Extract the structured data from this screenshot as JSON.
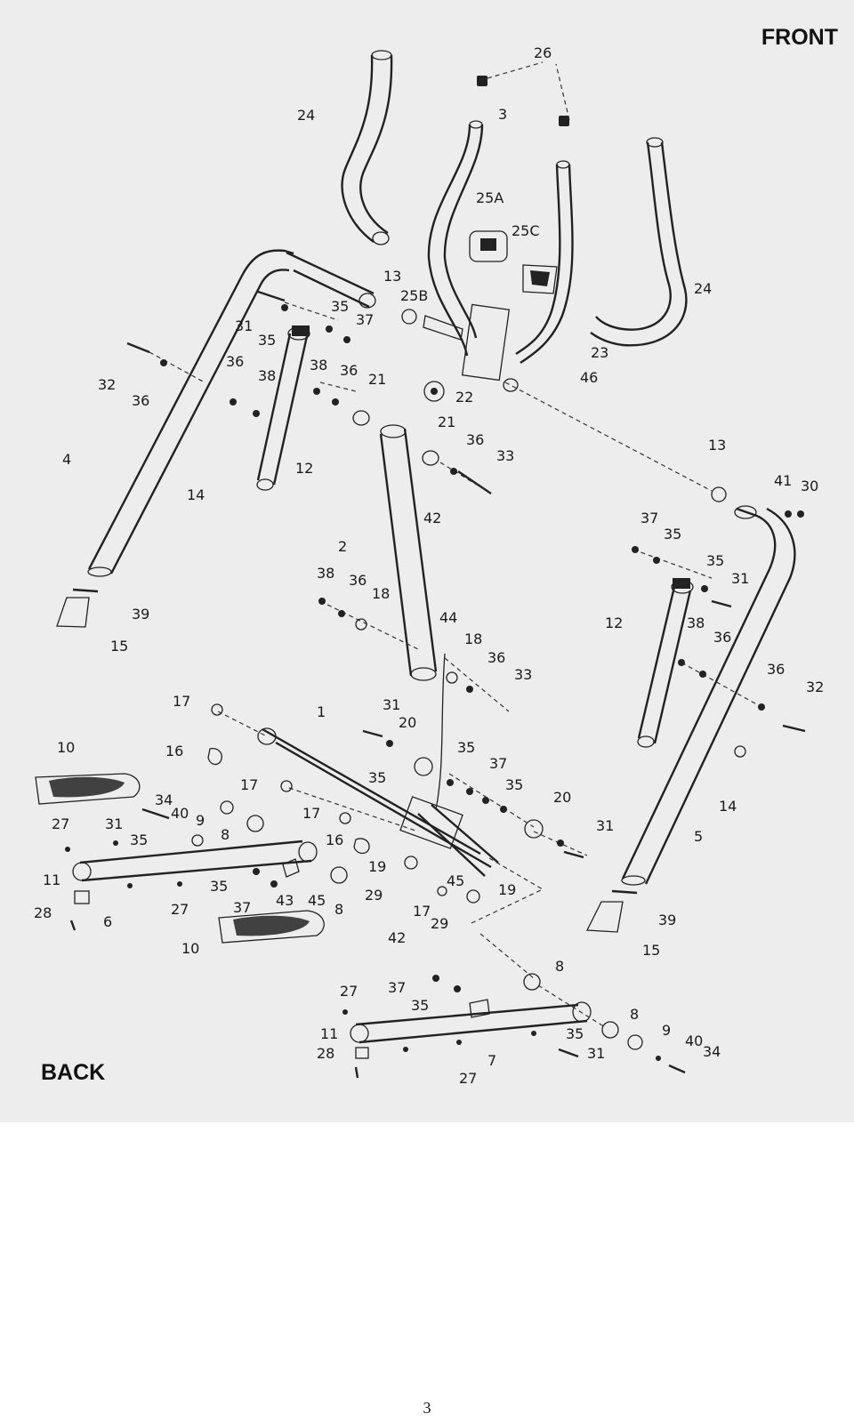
{
  "header": {
    "front_label": "FRONT"
  },
  "footer": {
    "back_label": "BACK",
    "page_number": "3"
  },
  "diagram": {
    "part_labels": [
      "26",
      "24",
      "3",
      "25A",
      "25C",
      "24",
      "13",
      "25B",
      "35",
      "37",
      "31",
      "35",
      "23",
      "46",
      "32",
      "36",
      "36",
      "38",
      "38",
      "36",
      "21",
      "22",
      "21",
      "36",
      "33",
      "13",
      "4",
      "14",
      "12",
      "42",
      "41",
      "30",
      "37",
      "35",
      "35",
      "31",
      "2",
      "38",
      "36",
      "18",
      "12",
      "38",
      "36",
      "39",
      "15",
      "44",
      "18",
      "36",
      "33",
      "36",
      "32",
      "17",
      "1",
      "31",
      "20",
      "10",
      "16",
      "35",
      "37",
      "14",
      "17",
      "35",
      "35",
      "20",
      "34",
      "40",
      "17",
      "27",
      "31",
      "9",
      "35",
      "31",
      "8",
      "5",
      "16",
      "19",
      "35",
      "45",
      "19",
      "11",
      "29",
      "39",
      "37",
      "43",
      "45",
      "8",
      "28",
      "6",
      "27",
      "17",
      "29",
      "42",
      "15",
      "10",
      "8",
      "27",
      "37",
      "35",
      "35",
      "8",
      "9",
      "40",
      "11",
      "31",
      "34",
      "28",
      "27",
      "7"
    ]
  }
}
